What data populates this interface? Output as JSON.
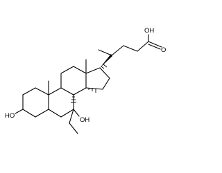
{
  "molecule": {
    "labels": {
      "acid_oh": "OH",
      "acid_o": "O",
      "ring_a_oh": "HO",
      "c7_oh": "OH"
    },
    "colors": {
      "bond": "#000000",
      "background": "#ffffff"
    }
  }
}
